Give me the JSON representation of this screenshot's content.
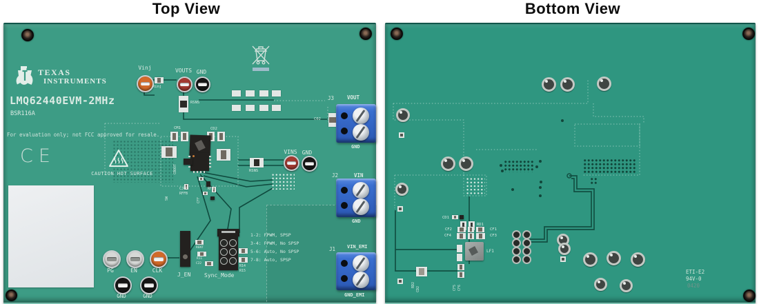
{
  "titles": {
    "left": "Top View",
    "right": "Bottom View"
  },
  "palette": {
    "board_top_green": "#3d9c85",
    "board_bottom_green": "#2f9680",
    "silkscreen_white": "#dcebe4",
    "terminal_blue": "#3a6fd0",
    "testpoint_orange": "#d26a2a",
    "testpoint_red": "#a33a31",
    "testpoint_black": "#161616",
    "testpoint_silver": "#d6d8d6",
    "trace_dark": "#0f4a3e"
  },
  "top_board": {
    "brand": {
      "line1": "TEXAS",
      "line2": "INSTRUMENTS"
    },
    "model": "LMQ62440EVM-2MHz",
    "revision": "BSR116A",
    "eval_notice": "For evaluation only; not FCC approved for resale.",
    "ce_mark": "CE",
    "caution_text": "CAUTION HOT SURFACE",
    "tp": {
      "vinj": "Vinj",
      "vouts": "VOUTS",
      "gnd1": "GND",
      "vins": "VINS",
      "gnd2": "GND",
      "pg": "PG",
      "en": "EN",
      "clk": "CLK",
      "gnd3": "GND",
      "gnd4": "GND"
    },
    "conn": {
      "j3": {
        "ref": "J3",
        "pos": "VOUT",
        "neg": "GND"
      },
      "j2": {
        "ref": "J2",
        "pos": "VIN",
        "neg": "GND"
      },
      "j1": {
        "ref": "J1",
        "pos": "VIN_EMI",
        "neg": "GND_EMI"
      },
      "j_en": "J_EN",
      "sync": "Sync_Mode"
    },
    "sync_options": [
      "1-2: FPWM, SPSP",
      "3-4: FPWM, No SPSP",
      "5-6: Auto, No SPSP",
      "7-8: Auto, SPSP"
    ],
    "refs": {
      "rinj": "Rinj",
      "rsns1": "RSNS",
      "rsns2": "RSNS",
      "c02": "C02",
      "cm1": "CM1",
      "cd2": "CD2",
      "cboot": "CBOOT",
      "sw": "SW",
      "cjcc": "CJCC",
      "rffb": "RFFB",
      "cff": "CFF",
      "rfbt": "RFBT",
      "rent": "RENT",
      "r11": "R11",
      "c22": "C22",
      "r14": "R14",
      "r15": "R15"
    }
  },
  "bottom_board": {
    "refs": {
      "cd1": "CD1",
      "rd1": "RD1",
      "cf1": "CF1",
      "cf2": "CF2",
      "cf3": "CF3",
      "cf4": "CF4",
      "lf1": "LF1",
      "cf5": "CF5",
      "cf6": "CF6",
      "rd2": "RD2",
      "cd2": "CD2"
    },
    "markings": {
      "line1": "ETI-E2",
      "line2": "94V-0",
      "line3": "0420"
    }
  }
}
